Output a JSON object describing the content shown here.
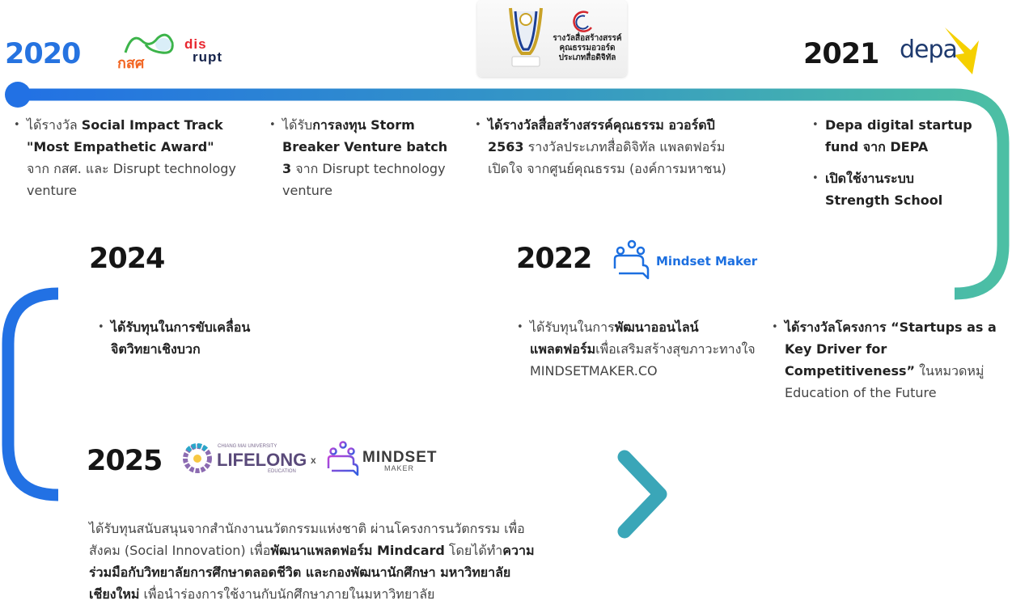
{
  "timeline": {
    "colors": {
      "start": "#2271e4",
      "mid": "#3a9fc0",
      "end": "#4cbfa4"
    },
    "milestones": [
      {
        "year": "2020",
        "logos": [
          "osf-logo",
          "disrupt-logo"
        ],
        "logo_text": {
          "osf": "กสศ",
          "disrupt_top": "dis",
          "disrupt_bottom": "rupt"
        },
        "items": [
          {
            "pre": "ได้รางวัล ",
            "bold": "Social Impact Track \"Most Empathetic Award\"",
            "post": " จาก กสศ. และ Disrupt technology venture"
          }
        ]
      },
      {
        "year": "",
        "items": [
          {
            "pre": "ได้รับ",
            "bold": "การลงทุน Storm Breaker Venture batch 3",
            "post": " จาก Disrupt technology venture"
          }
        ]
      },
      {
        "year": "",
        "award_logo_text": "รางวัลสื่อสร้างสรรค์ คุณธรรมอวอร์ด ประเภทสื่อดิจิทัล",
        "items": [
          {
            "pre": "",
            "bold": "ได้รางวัลสื่อสร้างสรรค์คุณธรรม อวอร์ดปี 2563",
            "post": " รางวัลประเภทสื่อดิจิทัล แพลตฟอร์มเปิดใจ จากศูนย์คุณธรรม (องค์การมหาชน)"
          }
        ]
      },
      {
        "year": "2021",
        "logo_text": "depa",
        "items": [
          {
            "pre": "",
            "bold": "Depa digital startup fund จาก DEPA",
            "post": ""
          },
          {
            "pre": "",
            "bold": "เปิดใช้งานระบบ Strength School",
            "post": ""
          }
        ]
      },
      {
        "year": "2022",
        "logo_text": "Mindset Maker",
        "items": [
          {
            "pre": "ได้รับทุนในการ",
            "bold": "พัฒนาออนไลน์แพลตฟอร์ม",
            "post": "เพื่อเสริมสร้างสุขภาวะทางใจ MINDSETMAKER.CO"
          }
        ]
      },
      {
        "year": "",
        "items": [
          {
            "pre": "",
            "bold": "ได้รางวัลโครงการ “Startups as a Key Driver for Competitiveness”",
            "post": " ในหมวดหมู่ Education of the Future"
          }
        ]
      },
      {
        "year": "2024",
        "items": [
          {
            "pre": "",
            "bold": "ได้รับทุนในการขับเคลื่อนจิตวิทยาเชิงบวก",
            "post": ""
          }
        ]
      },
      {
        "year": "2025",
        "logos": {
          "lifelong_small": "CHIANG MAI UNIVERSITY",
          "lifelong_main": "LIFELONG",
          "lifelong_sub": "EDUCATION",
          "times": "x",
          "mindset_main": "MINDSET",
          "mindset_sub": "MAKER"
        },
        "paragraph": {
          "p1": "ได้รับทุนสนับสนุนจากสำนักงานนวัตกรรมแห่งชาติ ผ่านโครงการนวัตกรรม เพื่อสังคม (Social Innovation) เพื่อ",
          "b1": "พัฒนาแพลตฟอร์ม Mindcard",
          "p2": " โดยได้ทำ",
          "b2": "ความร่วมมือกับวิทยาลัยการศึกษาตลอดชีวิต และกองพัฒนานักศึกษา มหาวิทยาลัยเชียงใหม่",
          "p3": " เพื่อนำร่องการใช้งานกับนักศึกษาภายในมหาวิทยาลัย"
        }
      }
    ]
  }
}
